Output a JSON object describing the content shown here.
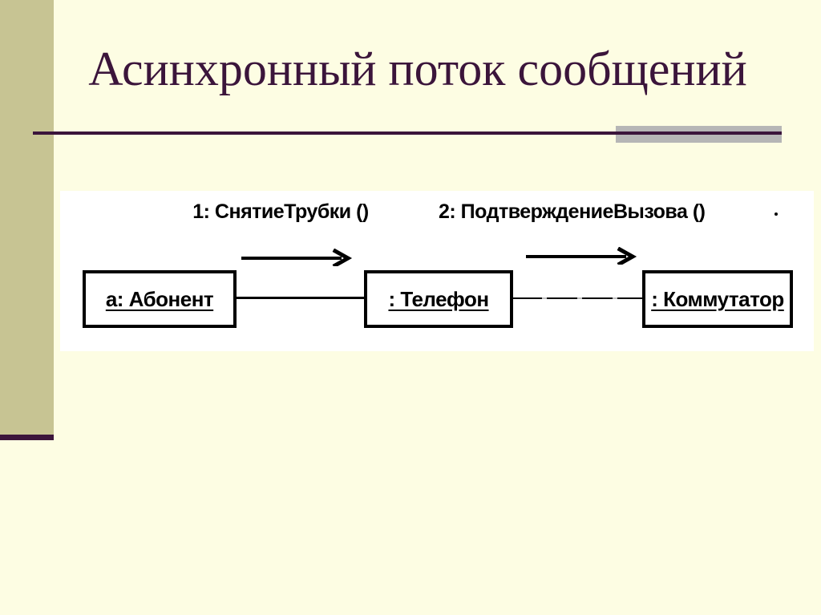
{
  "slide": {
    "title": "Асинхронный поток сообщений"
  },
  "diagram": {
    "kind": "uml-collaboration-diagram",
    "objects": [
      {
        "label": "а: Абонент"
      },
      {
        "label": ": Телефон"
      },
      {
        "label": ": Коммутатор"
      }
    ],
    "messages": [
      {
        "label": "1: СнятиеТрубки ()",
        "from": "а: Абонент",
        "to": ": Телефон",
        "direction": "right"
      },
      {
        "label": "2: ПодтверждениеВызова ()",
        "from": ": Телефон",
        "to": ": Коммутатор",
        "direction": "right"
      }
    ]
  },
  "theme": {
    "background": "#FDFDE3",
    "sidebar": "#C7C493",
    "accent": "#3B153B",
    "gray_accent": "#B6B6B6",
    "panel_background": "#FFFFFF",
    "diagram_ink": "#000000"
  }
}
